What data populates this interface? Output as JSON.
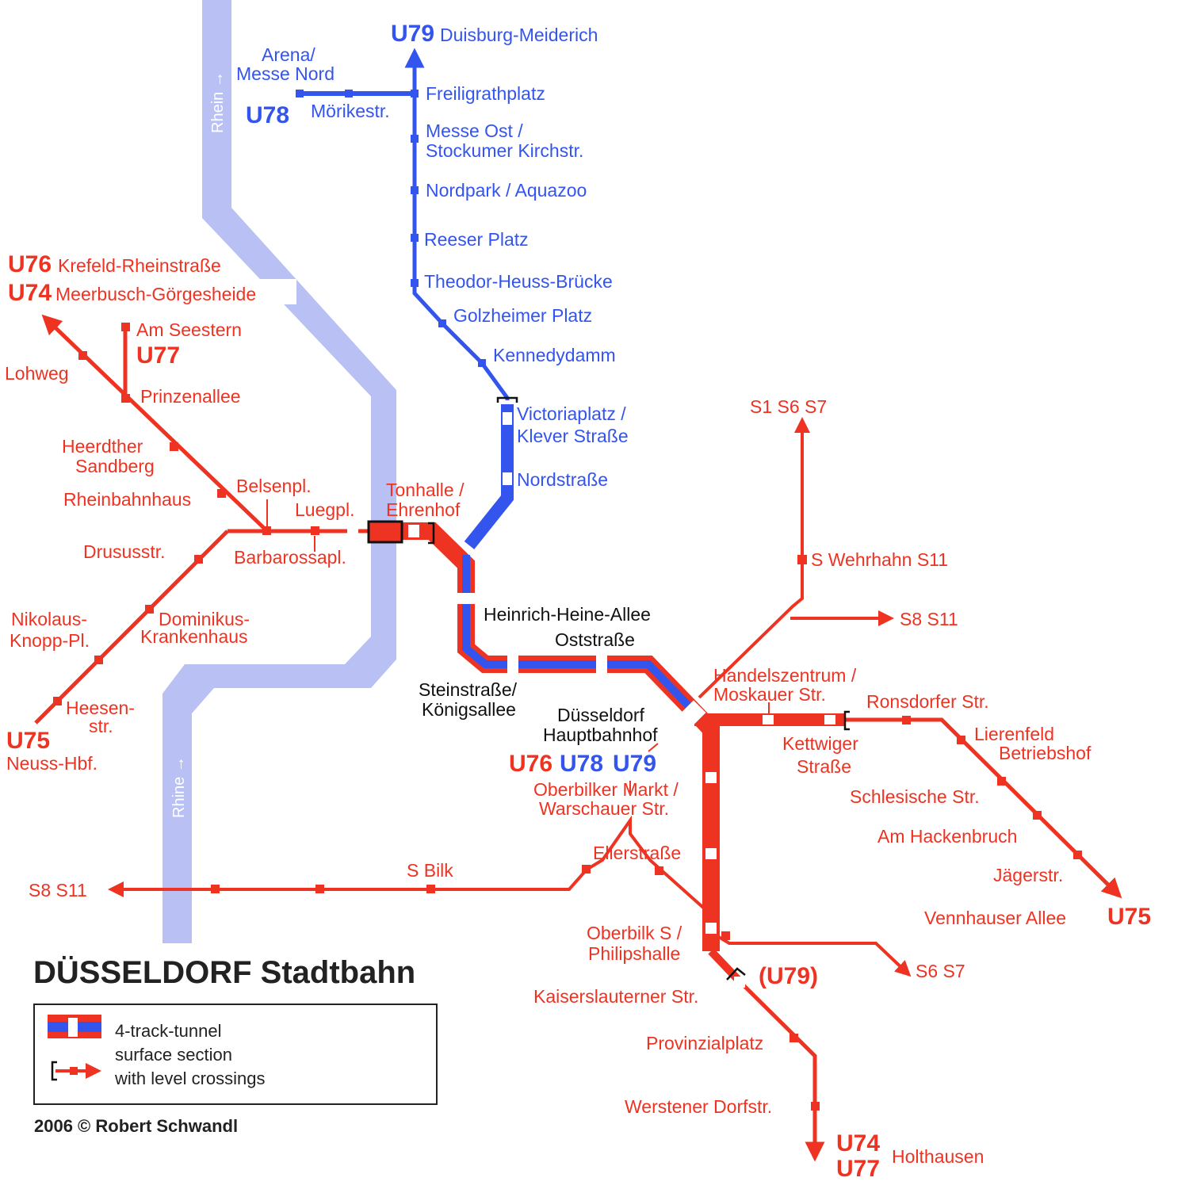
{
  "title": "DÜSSELDORF Stadtbahn",
  "credit": "2006 © Robert Schwandl",
  "colors": {
    "red": "#ee3322",
    "blue": "#3355ee",
    "river": "#b8c0f4",
    "black": "#111111"
  },
  "legend": {
    "tunnel": "4-track-tunnel",
    "surface_1": "surface section",
    "surface_2": "with level crossings"
  },
  "rivers": {
    "rhein": "Rhein →",
    "rhine": "Rhine →"
  },
  "lines": {
    "u79_duisburg_code": "U79",
    "u79_duisburg": "Duisburg-Meiderich",
    "u78": "U78",
    "u76_code": "U76",
    "u76_dest": "Krefeld-Rheinstraße",
    "u74_code": "U74",
    "u74_dest": "Meerbusch-Görgesheide",
    "u77": "U77",
    "u75_west": "U75",
    "u75_west_dest": "Neuss-Hbf.",
    "hbf_u76": "U76",
    "hbf_u78": "U78",
    "hbf_u79": "U79",
    "u75_east": "U75",
    "u79_branch": "(U79)",
    "south_u74": "U74",
    "south_u77": "U77",
    "south_dest": "Holthausen"
  },
  "sbahn": {
    "north": "S1  S6  S7",
    "east": "S8  S11",
    "west": "S8  S11",
    "south": "S6  S7",
    "wehrhahn": "S Wehrhahn  S11",
    "bilk": "S Bilk"
  },
  "stations": {
    "arena_1": "Arena/",
    "arena_2": "Messe Nord",
    "moerikestr": "Mörikestr.",
    "freiligrathplatz": "Freiligrathplatz",
    "messe_ost_1": "Messe Ost /",
    "messe_ost_2": "Stockumer Kirchstr.",
    "nordpark": "Nordpark / Aquazoo",
    "reeser": "Reeser Platz",
    "theodor": "Theodor-Heuss-Brücke",
    "golzheimer": "Golzheimer Platz",
    "kennedydamm": "Kennedydamm",
    "victoria_1": "Victoriaplatz /",
    "victoria_2": "Klever Straße",
    "nordstrasse": "Nordstraße",
    "am_seestern": "Am Seestern",
    "lohweg": "Lohweg",
    "prinzenallee": "Prinzenallee",
    "heerdt_1": "Heerdther",
    "heerdt_2": "Sandberg",
    "rheinbahnhaus": "Rheinbahnhaus",
    "belsenpl": "Belsenpl.",
    "luegpl": "Luegpl.",
    "tonhalle_1": "Tonhalle /",
    "tonhalle_2": "Ehrenhof",
    "drususstr": "Drususstr.",
    "barbarossapl": "Barbarossapl.",
    "nikolaus_1": "Nikolaus-",
    "nikolaus_2": "Knopp-Pl.",
    "dominikus_1": "Dominikus-",
    "dominikus_2": "Krankenhaus",
    "heesen_1": "Heesen-",
    "heesen_2": "str.",
    "hha": "Heinrich-Heine-Allee",
    "oststrasse": "Oststraße",
    "steinstr_1": "Steinstraße/",
    "steinstr_2": "Königsallee",
    "hbf_1": "Düsseldorf",
    "hbf_2": "Hauptbahnhof",
    "handels_1": "Handelszentrum /",
    "handels_2": "Moskauer Str.",
    "ronsdorfer": "Ronsdorfer Str.",
    "kettwiger_1": "Kettwiger",
    "kettwiger_2": "Straße",
    "lierenfeld_1": "Lierenfeld",
    "lierenfeld_2": "Betriebshof",
    "schlesische": "Schlesische Str.",
    "hackenbruch": "Am Hackenbruch",
    "jaegerstr": "Jägerstr.",
    "vennhauser": "Vennhauser Allee",
    "oberbilker_1": "Oberbilker Markt /",
    "oberbilker_2": "Warschauer Str.",
    "ellerstrasse": "Ellerstraße",
    "oberbilk_1": "Oberbilk S /",
    "oberbilk_2": "Philipshalle",
    "kaiserslauterner": "Kaiserslauterner Str.",
    "provinzialplatz": "Provinzialplatz",
    "werstener": "Werstener Dorfstr."
  }
}
